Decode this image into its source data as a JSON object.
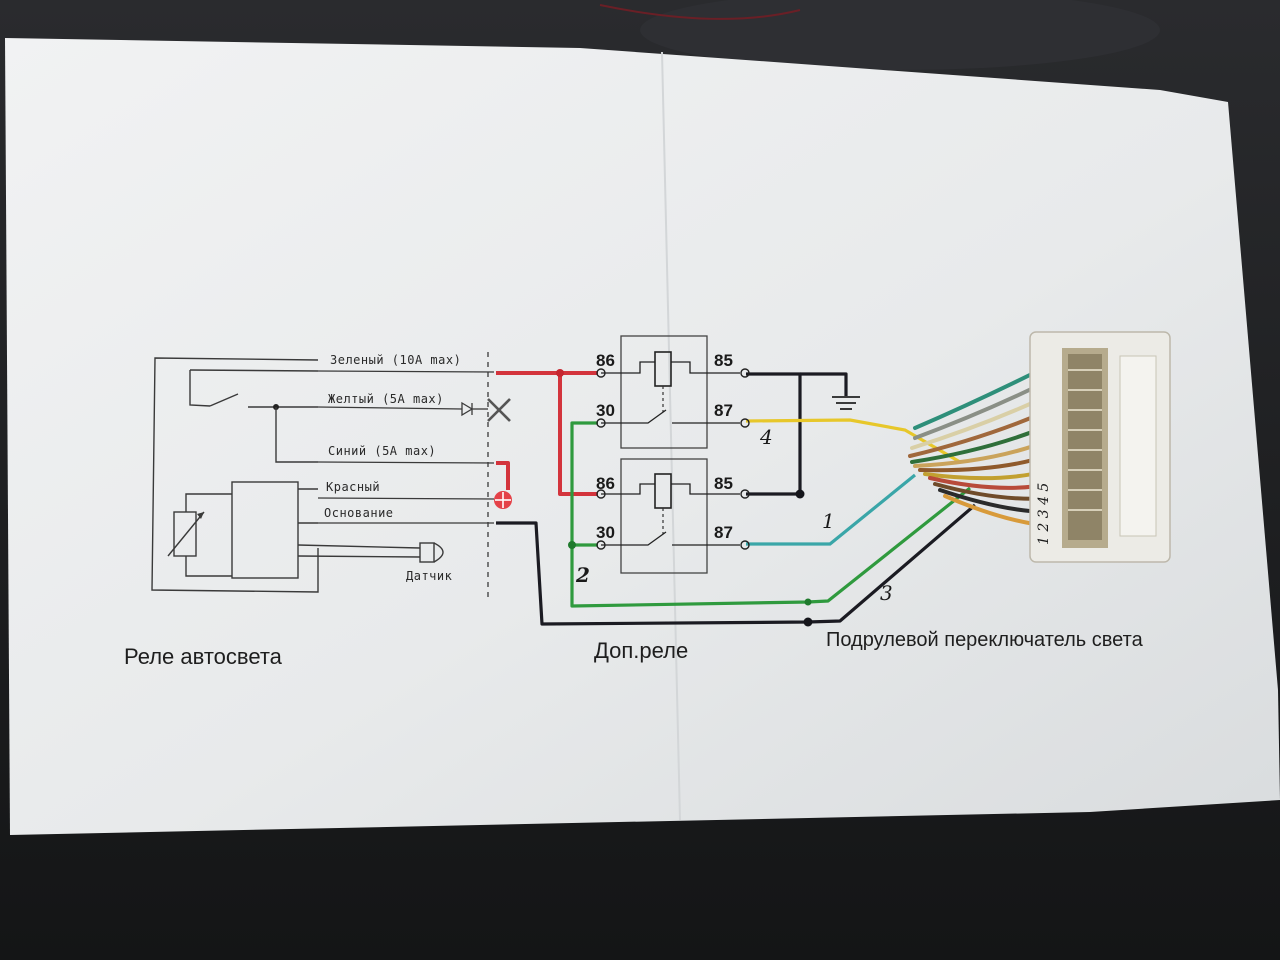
{
  "wire_labels": {
    "green": "Зеленый (10A max)",
    "yellow": "Желтый (5A max)",
    "blue": "Синий (5A max)",
    "red": "Красный",
    "base": "Основание"
  },
  "sensor_label": "Датчик",
  "relay_pins": {
    "upper": {
      "p86": "86",
      "p85": "85",
      "p30": "30",
      "p87": "87"
    },
    "lower": {
      "p86": "86",
      "p85": "85",
      "p30": "30",
      "p87": "87"
    }
  },
  "handwritten": {
    "n1": "1",
    "n2": "2",
    "n3": "3",
    "n4": "4",
    "connector": "1 2 3 4 5"
  },
  "captions": {
    "auto_relay": "Реле автосвета",
    "extra_relay": "Доп.реле",
    "switch": "Подрулевой переключатель света"
  },
  "colors": {
    "paper": "#e9ebec",
    "background": "#1c1d1f",
    "red_wire": "#d3343c",
    "green_wire": "#2f9a3e",
    "yellow_wire": "#e7c72a",
    "teal_wire": "#3aa6a8",
    "black_wire": "#1b1b22"
  }
}
